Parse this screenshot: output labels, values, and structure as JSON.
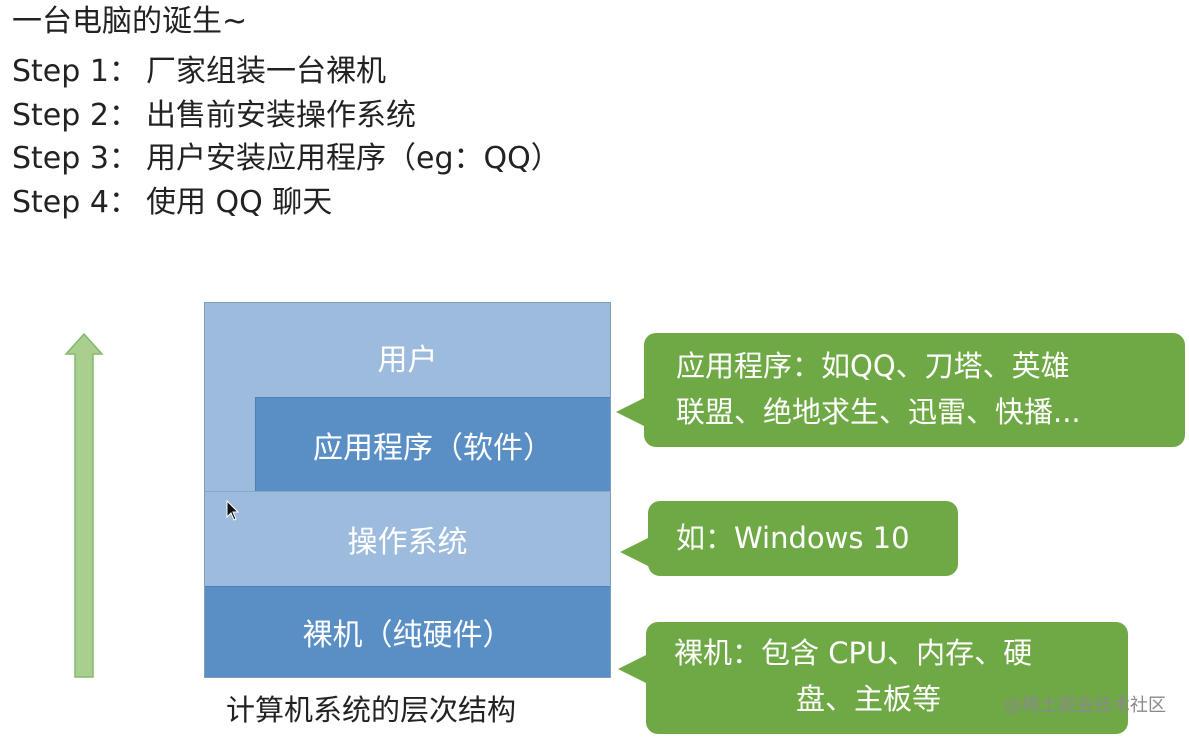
{
  "intro": {
    "title": "一台电脑的诞生~",
    "steps": [
      {
        "label": "Step 1：",
        "text": "厂家组装一台裸机"
      },
      {
        "label": "Step 2：",
        "text": "出售前安装操作系统"
      },
      {
        "label": "Step 3：",
        "text": "用户安装应用程序（eg：QQ）"
      },
      {
        "label": "Step 4：",
        "text": "使用 QQ 聊天"
      }
    ]
  },
  "diagram": {
    "layers": {
      "user": "用户",
      "apps": "应用程序（软件）",
      "os": "操作系统",
      "hardware": "裸机（纯硬件）"
    },
    "caption": "计算机系统的层次结构",
    "callouts": {
      "apps_line1": "应用程序：如QQ、刀塔、英雄",
      "apps_line2": "联盟、绝地求生、迅雷、快播...",
      "os": "如：Windows 10",
      "hw_line1": "裸机：包含 CPU、内存、硬",
      "hw_line2": "盘、主板等"
    }
  },
  "watermark": "@稀土掘金技术社区",
  "colors": {
    "light_blue": "#9dbcdd",
    "dark_blue": "#5a8fc6",
    "callout_green": "#6fa945",
    "arrow_green": "#a8cf8e"
  },
  "icons": [
    "up-arrow-icon",
    "mouse-cursor-icon"
  ]
}
